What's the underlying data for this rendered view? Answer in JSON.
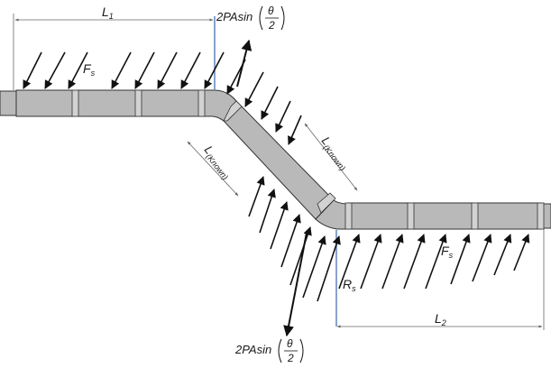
{
  "labels": {
    "L1": "L",
    "L1_sub": "1",
    "L2": "L",
    "L2_sub": "2",
    "Fs_left": "F",
    "Fs_left_sub": "s",
    "Fs_right": "F",
    "Fs_right_sub": "s",
    "Rs": "R",
    "Rs_sub": "s",
    "L_known_upper": "L",
    "L_known_upper_sub": "(Known)",
    "L_known_lower": "L",
    "L_known_lower_sub": "(Known)",
    "thrust_top_prefix": "2PAsin",
    "thrust_top_num": "θ",
    "thrust_top_den": "2",
    "thrust_bottom_prefix": "2PAsin",
    "thrust_bottom_num": "θ",
    "thrust_bottom_den": "2"
  },
  "colors": {
    "pipe_fill": "#b9b9b9",
    "pipe_stroke": "#333333",
    "arrow": "#111111",
    "reference_line": "#6b8cc0"
  }
}
